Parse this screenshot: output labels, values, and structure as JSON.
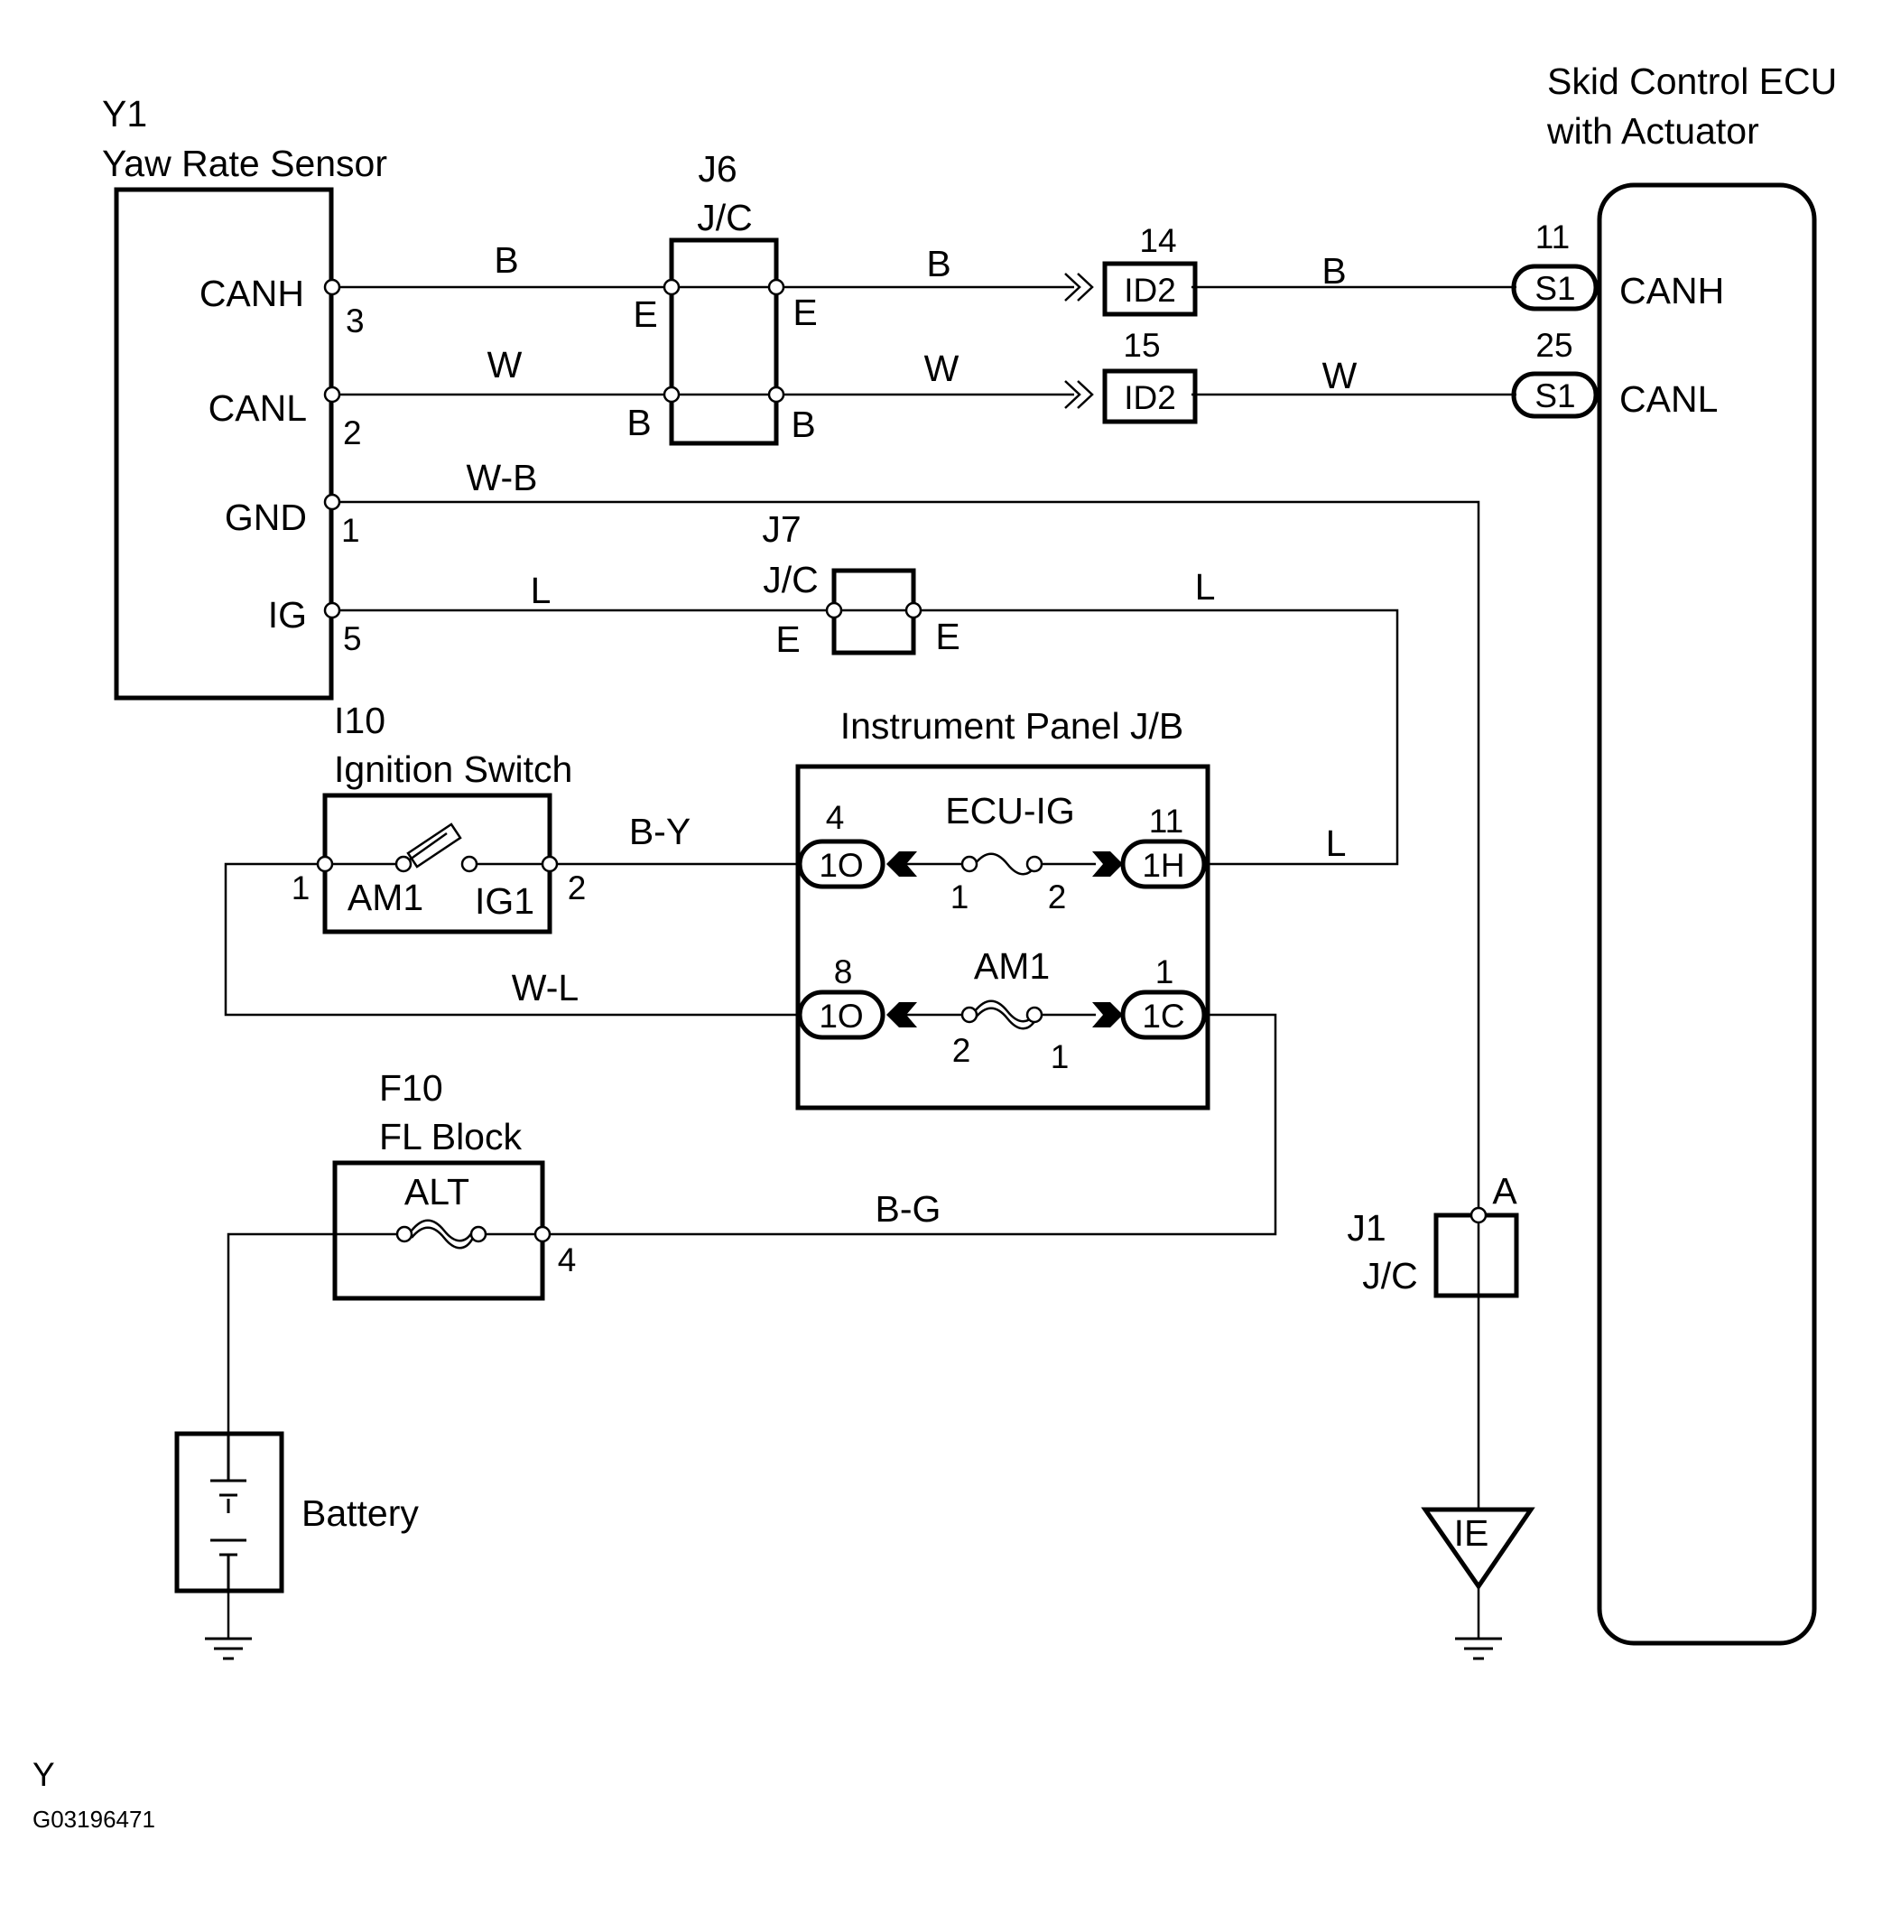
{
  "yaw_rate_sensor": {
    "code": "Y1",
    "name": "Yaw Rate Sensor",
    "pins": [
      {
        "signal": "CANH",
        "num": "3"
      },
      {
        "signal": "CANL",
        "num": "2"
      },
      {
        "signal": "GND",
        "num": "1"
      },
      {
        "signal": "IG",
        "num": "5"
      }
    ]
  },
  "j6": {
    "code": "J6",
    "type": "J/C",
    "pins": [
      "E",
      "E",
      "B",
      "B"
    ]
  },
  "j7": {
    "code": "J7",
    "type": "J/C",
    "pins": [
      "E",
      "E"
    ]
  },
  "id2_connectors": [
    {
      "num": "14",
      "label": "ID2"
    },
    {
      "num": "15",
      "label": "ID2"
    }
  ],
  "skid_ecu": {
    "line1": "Skid Control ECU",
    "line2": "with Actuator",
    "pins": [
      {
        "num": "11",
        "conn": "S1",
        "signal": "CANH"
      },
      {
        "num": "25",
        "conn": "S1",
        "signal": "CANL"
      }
    ]
  },
  "wires": {
    "canh_1": "B",
    "canh_2": "B",
    "canh_3": "B",
    "canl_1": "W",
    "canl_2": "W",
    "canl_3": "W",
    "gnd": "W-B",
    "ig_1": "L",
    "ig_2": "L",
    "ig_3": "L",
    "ign_to_jb": "B-Y",
    "am1_feed": "W-L",
    "alt_feed": "B-G"
  },
  "ignition_switch": {
    "code": "I10",
    "name": "Ignition Switch",
    "terminals": [
      "AM1",
      "IG1"
    ],
    "pins": [
      "1",
      "2"
    ]
  },
  "instrument_panel_jb": {
    "name": "Instrument Panel J/B",
    "fuses": [
      {
        "name": "ECU-IG",
        "left_num": "4",
        "left_conn": "1O",
        "right_num": "11",
        "right_conn": "1H",
        "fuse_pin_left": "1",
        "fuse_pin_right": "2"
      },
      {
        "name": "AM1",
        "left_num": "8",
        "left_conn": "1O",
        "right_num": "1",
        "right_conn": "1C",
        "fuse_pin_left": "2",
        "fuse_pin_right": "1"
      }
    ]
  },
  "fl_block": {
    "code": "F10",
    "name": "FL Block",
    "fuse": "ALT",
    "pin": "4"
  },
  "battery": {
    "name": "Battery"
  },
  "j1": {
    "code": "J1",
    "type": "J/C",
    "pin": "A"
  },
  "ground_point": "IE",
  "footer": {
    "letter": "Y",
    "figure_id": "G03196471"
  }
}
